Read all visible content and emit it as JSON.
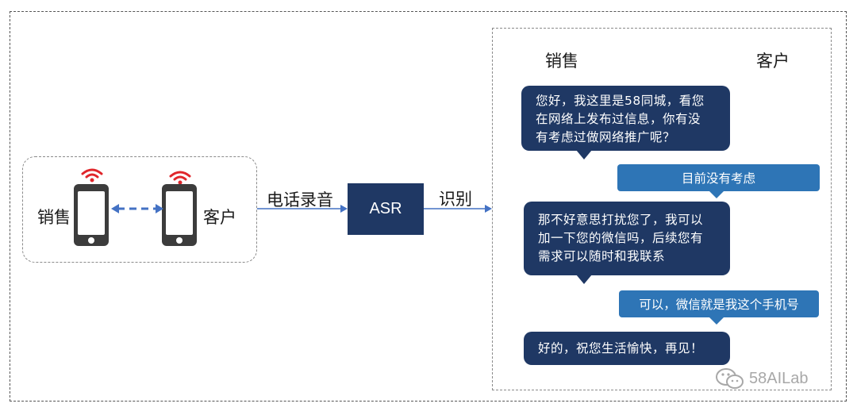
{
  "left": {
    "sales_label": "销售",
    "customer_label": "客户"
  },
  "flow": {
    "record_label": "电话录音",
    "asr_label": "ASR",
    "recognize_label": "识别"
  },
  "chat": {
    "header_sales": "销售",
    "header_customer": "客户",
    "messages": [
      {
        "speaker": "sales",
        "lines": [
          "您好，我这里是58同城，看您",
          "在网络上发布过信息，你有没",
          "有考虑过做网络推广呢？"
        ]
      },
      {
        "speaker": "customer",
        "text": "目前没有考虑"
      },
      {
        "speaker": "sales",
        "lines": [
          "那不好意思打扰您了，我可以",
          "加一下您的微信吗，后续您有",
          "需求可以随时和我联系"
        ]
      },
      {
        "speaker": "customer",
        "text": "可以，微信就是我这个手机号"
      },
      {
        "speaker": "sales",
        "lines": [
          "好的，祝您生活愉快，再见！"
        ]
      }
    ]
  },
  "watermark": {
    "text": "58AILab"
  },
  "colors": {
    "dark_navy": "#1f3864",
    "bubble_blue": "#2e75b6",
    "signal_red": "#e0262b",
    "arrow_blue": "#4472c4"
  }
}
